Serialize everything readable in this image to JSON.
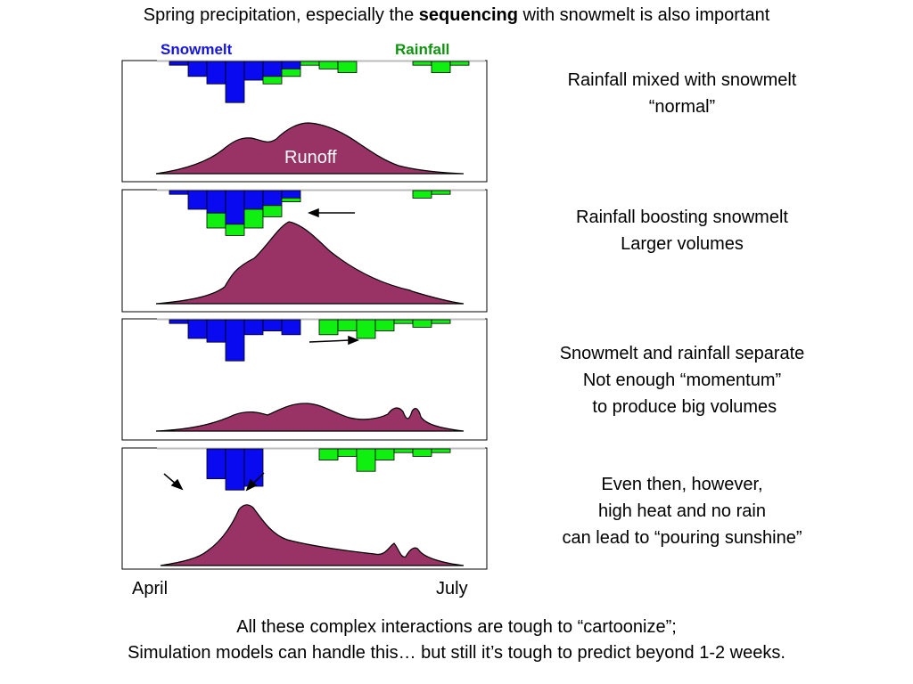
{
  "title": {
    "before": "Spring precipitation, especially the ",
    "bold": "sequencing",
    "after": " with snowmelt is also important"
  },
  "legend": {
    "snowmelt": "Snowmelt",
    "rainfall": "Rainfall",
    "runoff": "Runoff"
  },
  "colors": {
    "snowmelt": "#0a0af0",
    "rainfall": "#10f010",
    "runoff": "#993366",
    "snowmelt_label": "#1414e6",
    "rainfall_label": "#109310"
  },
  "scenarios": [
    {
      "lines": [
        "Rainfall mixed with snowmelt",
        "“normal”"
      ]
    },
    {
      "lines": [
        "Rainfall boosting snowmelt",
        "Larger volumes"
      ]
    },
    {
      "lines": [
        "Snowmelt and rainfall separate",
        "Not enough “momentum”",
        " to produce big volumes"
      ]
    },
    {
      "lines": [
        "Even then, however,",
        "high heat and no rain",
        "can lead to “pouring sunshine”"
      ]
    }
  ],
  "axis": {
    "start": "April",
    "end": "July"
  },
  "footer": {
    "line1": "All these complex interactions are tough to “cartoonize”;",
    "line2": "Simulation models can handle this… but still it’s tough to predict beyond 1-2 weeks."
  },
  "bar_series": [
    {
      "snowmelt": [
        1,
        4,
        6,
        11,
        5,
        4,
        2,
        0,
        0,
        0,
        0,
        0,
        0,
        0,
        0,
        0
      ],
      "rainfall": [
        0,
        0,
        0,
        0,
        0,
        2,
        2,
        1,
        2,
        3,
        0,
        0,
        0,
        1,
        3,
        1
      ]
    },
    {
      "snowmelt": [
        1,
        5,
        6,
        9,
        5,
        4,
        2,
        0,
        0,
        0,
        0,
        0,
        0,
        0,
        0,
        0
      ],
      "rainfall": [
        0,
        0,
        4,
        3,
        5,
        3,
        1,
        0,
        0,
        0,
        0,
        0,
        0,
        2,
        1,
        0
      ]
    },
    {
      "snowmelt": [
        1,
        5,
        6,
        11,
        4,
        3,
        4,
        0,
        0,
        0,
        0,
        0,
        0,
        0,
        0,
        0
      ],
      "rainfall": [
        0,
        0,
        0,
        0,
        0,
        0,
        0,
        0,
        4,
        3,
        5,
        3,
        1,
        2,
        1,
        0
      ]
    },
    {
      "snowmelt": [
        0,
        0,
        8,
        11,
        10,
        0,
        0,
        0,
        0,
        0,
        0,
        0,
        0,
        0,
        0,
        0
      ],
      "rainfall": [
        0,
        0,
        0,
        0,
        0,
        0,
        0,
        0,
        3,
        2,
        6,
        3,
        1,
        2,
        1,
        0
      ]
    }
  ]
}
